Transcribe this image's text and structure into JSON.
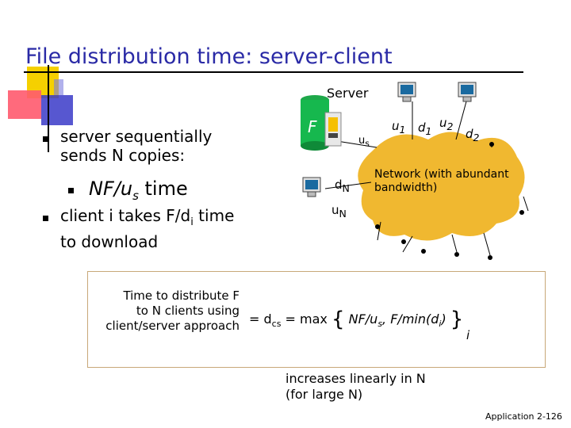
{
  "slide": {
    "title": "File distribution time: server-client",
    "footer": "Application  2-126"
  },
  "bullets": [
    {
      "text": "server sequentially sends N copies:",
      "sub": "NF/us time"
    },
    {
      "text": "client i takes F/di time to download"
    }
  ],
  "diagram": {
    "server_label": "Server",
    "file_label": "F",
    "u_s": "us",
    "u1": "u1",
    "d1": "d1",
    "u2": "u2",
    "d2": "d2",
    "dN": "dN",
    "uN": "uN",
    "network_label": "Network (with abundant bandwidth)"
  },
  "formula_box": {
    "left_lines": [
      "Time to  distribute F",
      "to N clients using",
      "client/server approach"
    ],
    "equals": "= dcs = max",
    "expr": "NF/us, F/min(di)",
    "subscript": "i"
  },
  "note": "increases linearly in N (for large N)",
  "colors": {
    "title": "#2a2aa6",
    "cloud": "#f0b830",
    "bullet_marker": "#000000"
  }
}
